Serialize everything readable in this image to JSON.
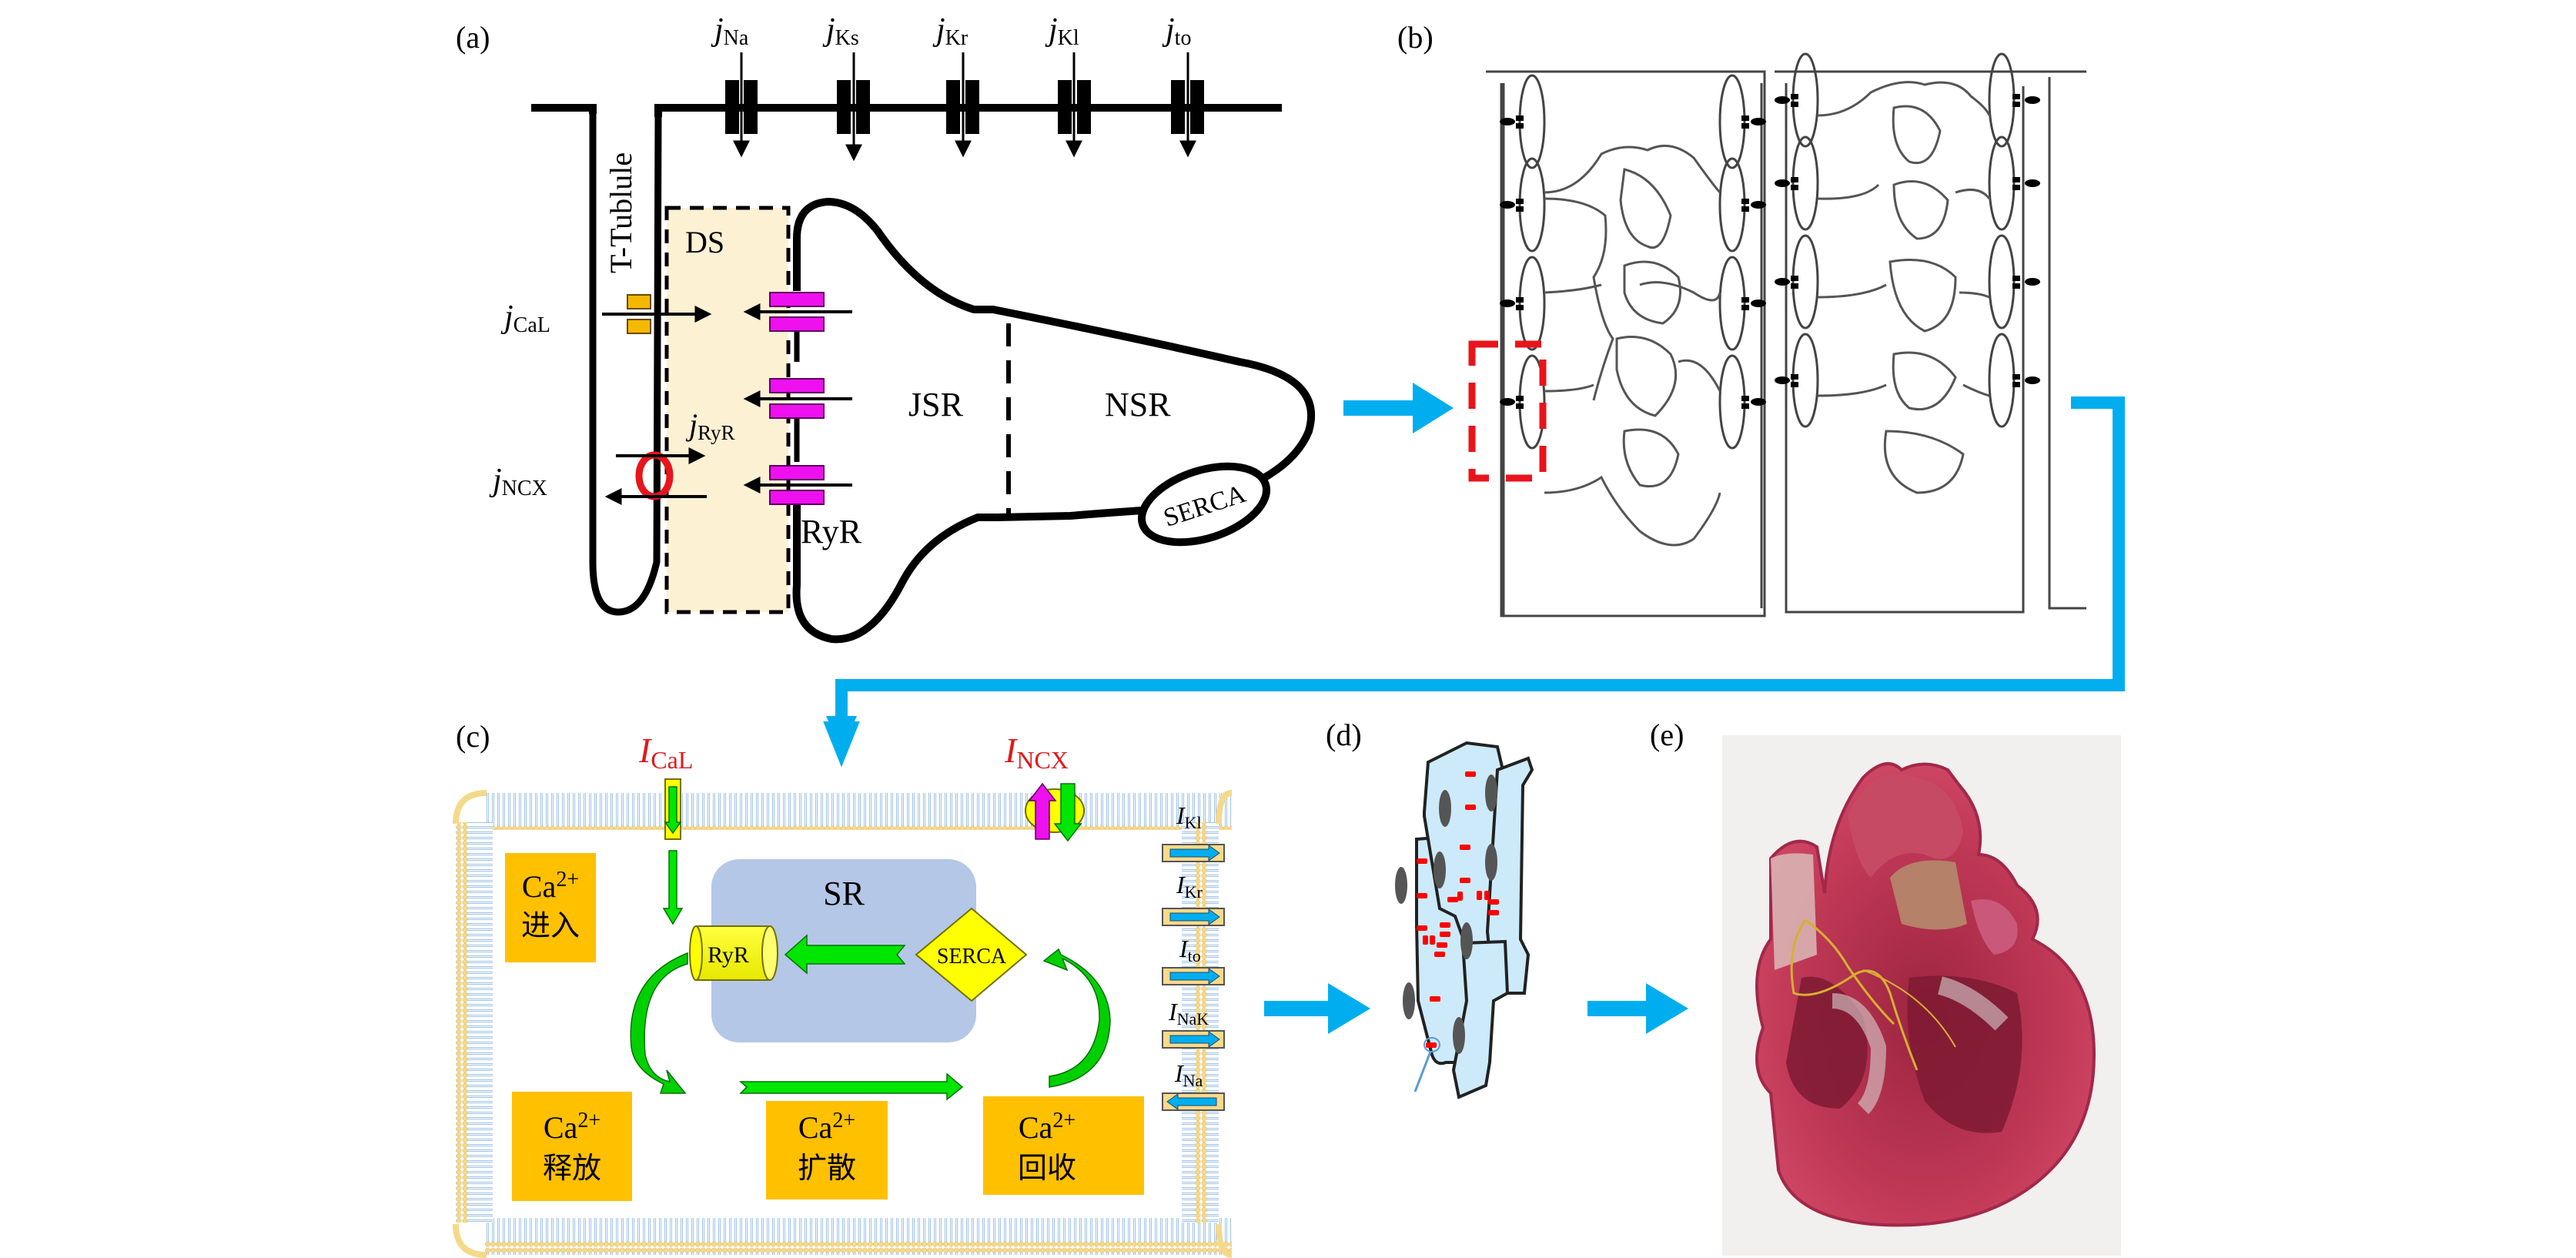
{
  "figure": {
    "panels": {
      "a": {
        "label": "(a)",
        "channels": [
          {
            "sym": "j",
            "sub": "Na"
          },
          {
            "sym": "j",
            "sub": "Ks"
          },
          {
            "sym": "j",
            "sub": "Kr"
          },
          {
            "sym": "j",
            "sub": "Kl"
          },
          {
            "sym": "j",
            "sub": "to"
          }
        ],
        "t_tubule": "T-Tublule",
        "ds": "DS",
        "jsr": "JSR",
        "nsr": "NSR",
        "serca": "SERCA",
        "ryr": "RyR",
        "j_cal": {
          "sym": "j",
          "sub": "CaL"
        },
        "j_ryr": {
          "sym": "j",
          "sub": "RyR"
        },
        "j_ncx": {
          "sym": "j",
          "sub": "NCX"
        }
      },
      "b": {
        "label": "(b)"
      },
      "c": {
        "label": "(c)",
        "i_cal": {
          "sym": "I",
          "sub": "CaL"
        },
        "i_ncx": {
          "sym": "I",
          "sub": "NCX"
        },
        "sr": "SR",
        "ryr": "RyR",
        "serca": "SERCA",
        "boxes": [
          {
            "ca": "Ca",
            "sup": "2+",
            "text": "进入"
          },
          {
            "ca": "Ca",
            "sup": "2+",
            "text": "释放"
          },
          {
            "ca": "Ca",
            "sup": "2+",
            "text": "扩散"
          },
          {
            "ca": "Ca",
            "sup": "2+",
            "text": "回收"
          }
        ],
        "right_currents": [
          {
            "sym": "I",
            "sub": "Kl",
            "direction": "out"
          },
          {
            "sym": "I",
            "sub": "Kr",
            "direction": "out"
          },
          {
            "sym": "I",
            "sub": "to",
            "direction": "out"
          },
          {
            "sym": "I",
            "sub": "NaK",
            "direction": "out"
          },
          {
            "sym": "I",
            "sub": "Na",
            "direction": "in"
          }
        ]
      },
      "d": {
        "label": "(d)"
      },
      "e": {
        "label": "(e)"
      }
    },
    "colors": {
      "flow_arrow": "#00aeef",
      "channel_cal": "#f5b800",
      "ryr_channel": "#ee10ee",
      "ncx_ring": "#e8141c",
      "ds_fill": "#fdf1d4",
      "ca_box": "#ffc000",
      "green_arrow": "#00e600",
      "sr_fill": "#b4c7e7",
      "yellow": "#ffff00",
      "red_label": "#e0191c",
      "cell_fill": "#cdeafa",
      "gap_junction": "#ff0000",
      "heart": "#b8344f"
    }
  }
}
